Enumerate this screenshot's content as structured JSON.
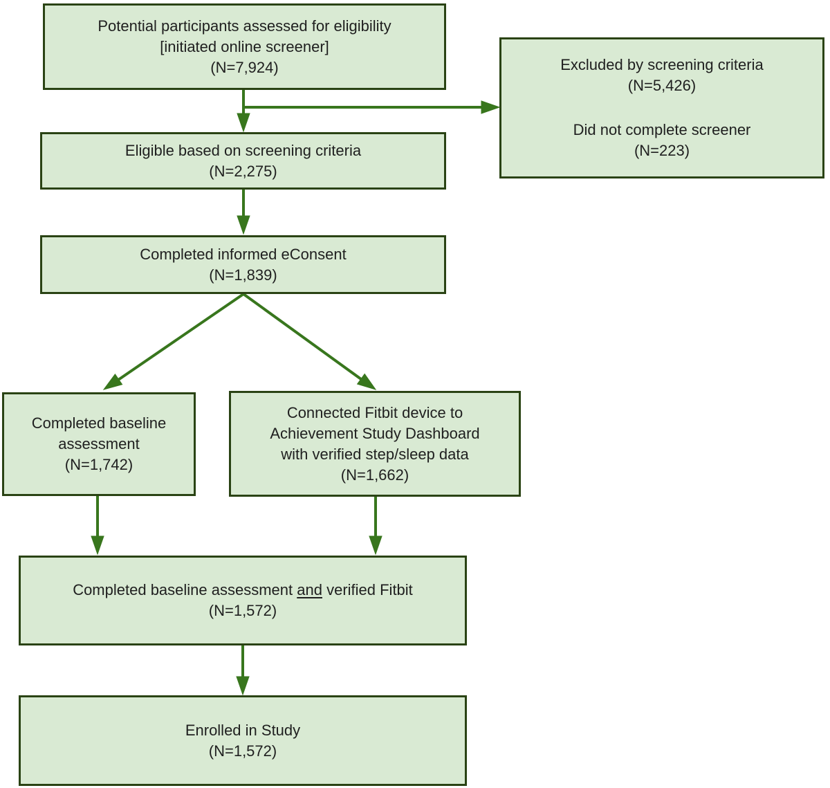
{
  "colors": {
    "box_fill": "#d9ead3",
    "box_border": "#2a4314",
    "arrow": "#38761d",
    "text": "#1f1f1f"
  },
  "boxes": {
    "assessed": {
      "lines": [
        "Potential participants assessed for eligibility",
        "[initiated online screener]",
        "(N=7,924)"
      ]
    },
    "excluded": {
      "para1": [
        "Excluded by screening criteria",
        "(N=5,426)"
      ],
      "para2": [
        "Did not complete screener",
        "(N=223)"
      ]
    },
    "eligible": {
      "lines": [
        "Eligible based on screening criteria",
        "(N=2,275)"
      ]
    },
    "consent": {
      "lines": [
        "Completed informed eConsent",
        "(N=1,839)"
      ]
    },
    "baseline": {
      "lines": [
        "Completed baseline",
        "assessment",
        "(N=1,742)"
      ]
    },
    "fitbit": {
      "lines": [
        "Connected Fitbit device to",
        "Achievement Study Dashboard",
        "with verified step/sleep data",
        "(N=1,662)"
      ]
    },
    "merged": {
      "pre": "Completed baseline assessment ",
      "emphasized": "and",
      "post": " verified Fitbit",
      "n": "(N=1,572)"
    },
    "enrolled": {
      "lines": [
        "Enrolled in Study",
        "(N=1,572)"
      ]
    }
  }
}
